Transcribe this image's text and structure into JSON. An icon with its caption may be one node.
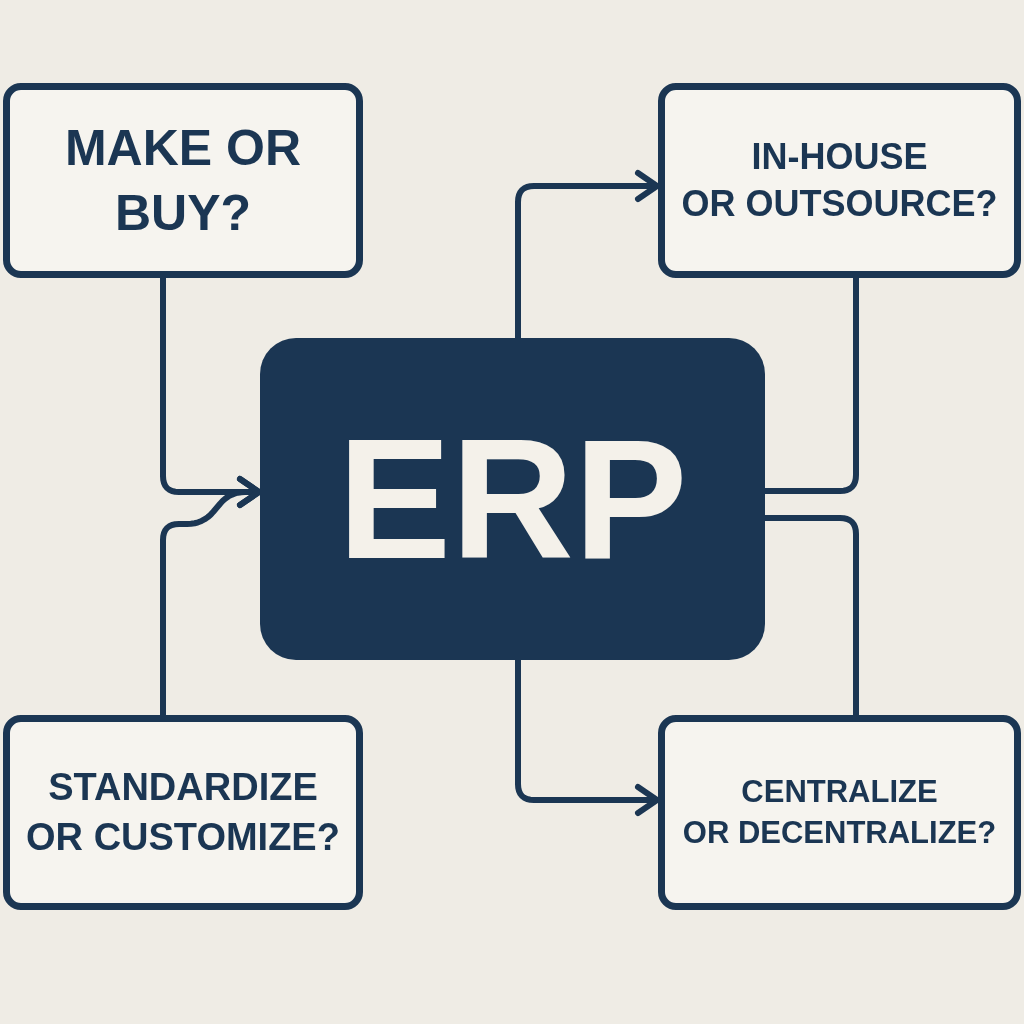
{
  "diagram": {
    "nodes": [
      {
        "text": [
          "MAKE OR BUY?"
        ]
      },
      {
        "text": [
          "IN-HOUSE OR OUTSOURCE?"
        ]
      },
      {
        "text": [
          "ERP"
        ]
      },
      {
        "text": [
          "STANDARDIZE OR CUSTOMIZE?"
        ]
      },
      {
        "text": [
          "CENTRALIZE OR DECENTRALIZE?"
        ]
      }
    ],
    "edges": [
      {
        "from": 0,
        "to": 2,
        "arrow": "to"
      },
      {
        "from": 3,
        "to": 2,
        "arrow": "to"
      },
      {
        "from": 2,
        "to": 1,
        "arrow": "to"
      },
      {
        "from": 1,
        "to": 2,
        "arrow": "none"
      },
      {
        "from": 2,
        "to": 4,
        "arrow": "none"
      },
      {
        "from": 2,
        "to": 4,
        "arrow": "to"
      }
    ]
  }
}
